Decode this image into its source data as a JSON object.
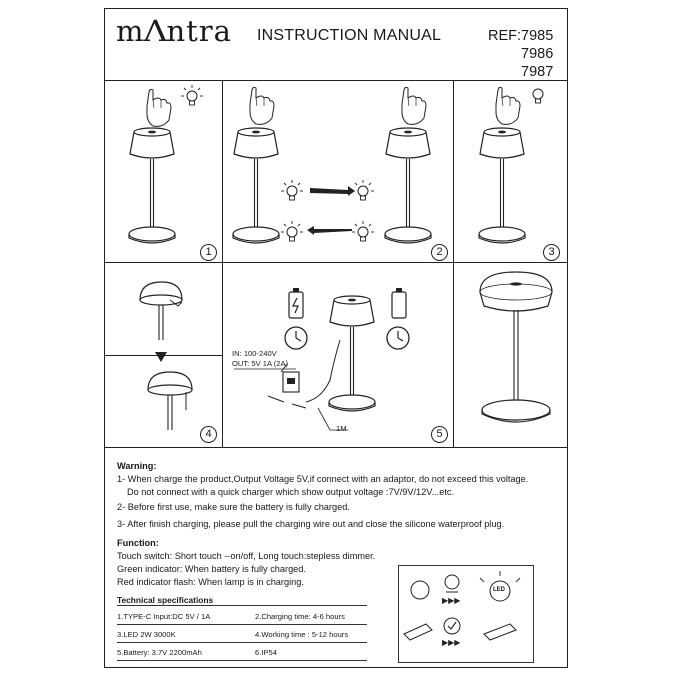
{
  "header": {
    "brand": "mantra",
    "title": "INSTRUCTION MANUAL",
    "ref_label": "REF:7985",
    "ref_lines": [
      "7986",
      "7987"
    ]
  },
  "steps": {
    "s1": "1",
    "s2": "2",
    "s3": "3",
    "s4": "4",
    "s5": "5"
  },
  "charging": {
    "input": "IN:  100-240V",
    "output": "OUT:  5V 1A  (2A)",
    "cable": "1M"
  },
  "warning": {
    "heading": "Warning:",
    "lines": [
      "1- When charge the product,Output Voltage 5V,if connect with an adaptor, do not exceed this voltage.",
      "Do not connect with a quick charger which show output voltage :7V/9V/12V...etc.",
      "2- Before first use, make sure the battery is fully charged.",
      "3- After finish charging, please pull the charging wire out and close the silicone waterproof plug."
    ]
  },
  "function": {
    "heading": "Function:",
    "lines": [
      "Touch switch: Short touch --on/off, Long touch:stepless dimmer.",
      "Green indicator: When battery is fully charged.",
      "Red indicator flash: When lamp is in charging."
    ]
  },
  "specs": {
    "heading": "Technical specifications",
    "rows": [
      [
        "1.TYPE-C Input:DC 5V / 1A",
        "2.Charging time: 4-6 hours"
      ],
      [
        "3.LED 2W 3000K",
        "4.Working time : 5-12 hours"
      ],
      [
        "5.Battery: 3.7V 2200mAh",
        "6.IP54"
      ]
    ]
  },
  "icon_box": {
    "led_label": "LED"
  }
}
